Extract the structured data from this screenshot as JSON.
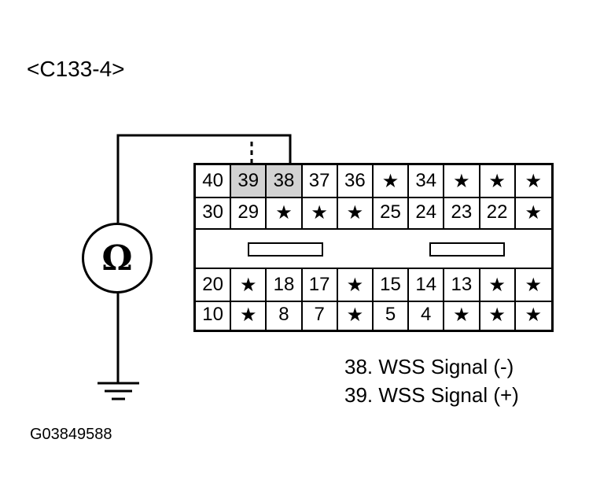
{
  "connector": {
    "id": "<C133-4>",
    "rows": [
      [
        "40",
        "39",
        "38",
        "37",
        "36",
        "★",
        "34",
        "★",
        "★",
        "★"
      ],
      [
        "30",
        "29",
        "★",
        "★",
        "★",
        "25",
        "24",
        "23",
        "22",
        "★"
      ],
      [
        "20",
        "★",
        "18",
        "17",
        "★",
        "15",
        "14",
        "13",
        "★",
        "★"
      ],
      [
        "10",
        "★",
        "8",
        "7",
        "★",
        "5",
        "4",
        "★",
        "★",
        "★"
      ]
    ],
    "highlighted_pins": [
      "39",
      "38"
    ]
  },
  "meter": {
    "symbol": "Ω",
    "icon": "ohmmeter-icon"
  },
  "legend": [
    "38. WSS Signal (-)",
    "39. WSS Signal (+)"
  ],
  "figure_id": "G03849588"
}
